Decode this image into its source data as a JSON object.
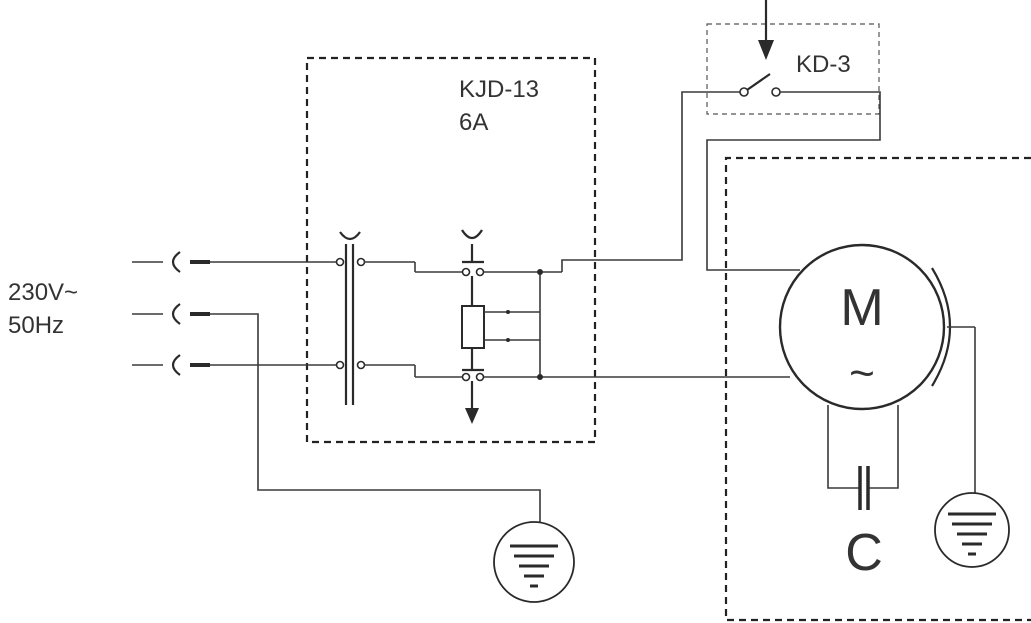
{
  "supply": {
    "voltage": "230V~",
    "frequency": "50Hz"
  },
  "protector": {
    "model": "KJD-13",
    "rating": "6A"
  },
  "switch": {
    "model": "KD-3"
  },
  "motor": {
    "symbol": "M",
    "ac_symbol": "~"
  },
  "capacitor": {
    "symbol": "C"
  },
  "icons": {
    "ground": "ground-icon",
    "plug": "plug-socket-icon",
    "arrow": "actuator-arrow-icon"
  },
  "colors": {
    "line": "#2a2a2a",
    "background": "#ffffff"
  }
}
